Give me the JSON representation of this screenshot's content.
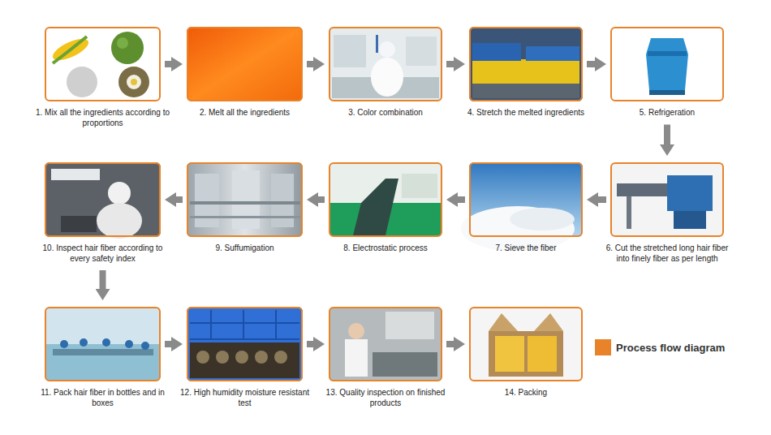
{
  "diagram": {
    "nodes": [
      {
        "text": [
          "1. Mix all the ingredients according to proportions"
        ]
      },
      {
        "text": [
          "2. Melt all the ingredients"
        ]
      },
      {
        "text": [
          "3. Color combination"
        ]
      },
      {
        "text": [
          "4. Stretch the melted ingredients"
        ]
      },
      {
        "text": [
          "5. Refrigeration"
        ]
      },
      {
        "text": [
          "6. Cut the stretched long hair fiber into finely fiber as per length"
        ]
      },
      {
        "text": [
          "7. Sieve the fiber"
        ]
      },
      {
        "text": [
          "8. Electrostatic process"
        ]
      },
      {
        "text": [
          "9. Suffumigation"
        ]
      },
      {
        "text": [
          "10. Inspect hair fiber according to every safety index"
        ]
      },
      {
        "text": [
          "11. Pack hair fiber in bottles and in boxes"
        ]
      },
      {
        "text": [
          "12. High humidity moisture resistant test"
        ]
      },
      {
        "text": [
          "13. Quality inspection on finished products"
        ]
      },
      {
        "text": [
          "14. Packing"
        ]
      }
    ],
    "edges": [
      {
        "from": 0,
        "to": 1,
        "arrow": "to"
      },
      {
        "from": 1,
        "to": 2,
        "arrow": "to"
      },
      {
        "from": 2,
        "to": 3,
        "arrow": "to"
      },
      {
        "from": 3,
        "to": 4,
        "arrow": "to"
      },
      {
        "from": 4,
        "to": 5,
        "arrow": "to"
      },
      {
        "from": 5,
        "to": 6,
        "arrow": "to"
      },
      {
        "from": 6,
        "to": 7,
        "arrow": "to"
      },
      {
        "from": 7,
        "to": 8,
        "arrow": "to"
      },
      {
        "from": 8,
        "to": 9,
        "arrow": "to"
      },
      {
        "from": 9,
        "to": 10,
        "arrow": "to"
      },
      {
        "from": 10,
        "to": 11,
        "arrow": "to"
      },
      {
        "from": 11,
        "to": 12,
        "arrow": "to"
      },
      {
        "from": 12,
        "to": 13,
        "arrow": "to"
      }
    ],
    "legend": [
      {
        "text": "Process flow diagram",
        "color": "#e8832a"
      }
    ]
  }
}
